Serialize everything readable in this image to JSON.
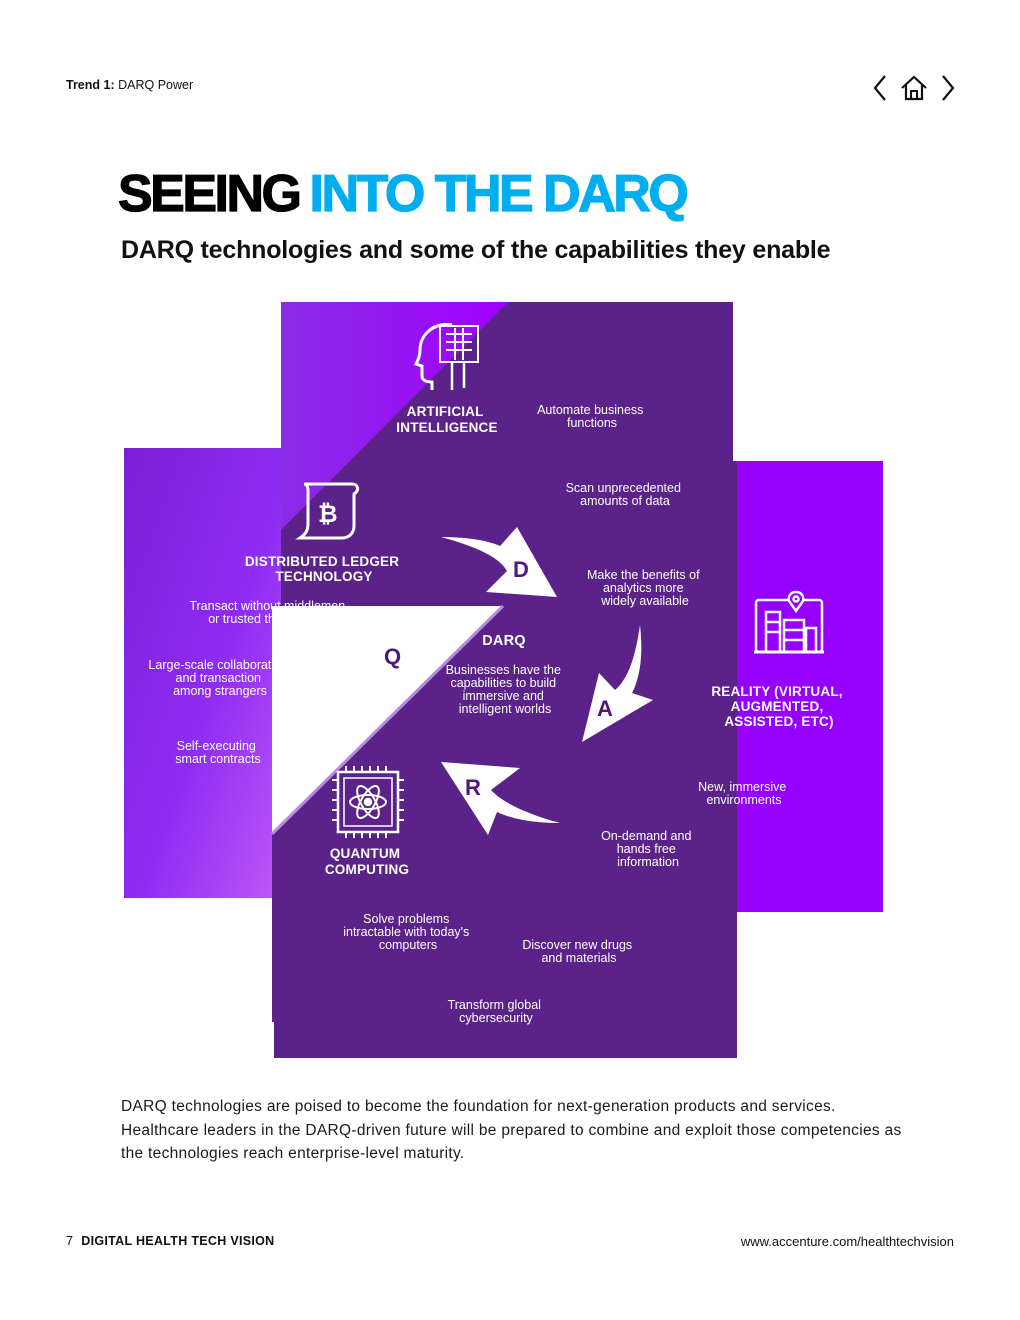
{
  "header": {
    "trend_label": "Trend 1:",
    "trend_name": "DARQ Power"
  },
  "nav": {
    "prev_icon": "chevron-left-icon",
    "home_icon": "home-icon",
    "next_icon": "chevron-right-icon"
  },
  "title": {
    "part1": "SEEING",
    "part2": "INTO THE DARQ"
  },
  "subtitle": "DARQ technologies and some of the capabilities they enable",
  "diagram": {
    "center_title": "DARQ",
    "center_text": [
      "Businesses have the",
      "capabilities to build",
      "immersive and",
      "intelligent worlds"
    ],
    "letters": {
      "d": "D",
      "a": "A",
      "r": "R",
      "q": "Q"
    },
    "ai": {
      "heading": [
        "ARTIFICIAL",
        "INTELLIGENCE"
      ],
      "caps": [
        [
          "Automate business",
          "functions"
        ],
        [
          "Scan unprecedented",
          "amounts of data"
        ],
        [
          "Make the benefits of",
          "analytics more",
          "widely available"
        ]
      ]
    },
    "dlt": {
      "heading": [
        "DISTRIBUTED LEDGER",
        "TECHNOLOGY"
      ],
      "caps": [
        [
          "Transact without middlemen",
          "or trusted third parties"
        ],
        [
          "Large-scale collaboration",
          "and transaction",
          "among strangers"
        ],
        [
          "Self-executing",
          "smart contracts"
        ]
      ]
    },
    "reality": {
      "heading": [
        "REALITY (VIRTUAL,",
        "AUGMENTED,",
        "ASSISTED, ETC)"
      ],
      "caps": [
        [
          "New, immersive",
          "environments"
        ],
        [
          "On-demand and",
          "hands free",
          "information"
        ]
      ]
    },
    "quantum": {
      "heading": [
        "QUANTUM",
        "COMPUTING"
      ],
      "caps": [
        [
          "Solve problems",
          "intractable with today's",
          "computers"
        ],
        [
          "Discover new drugs",
          "and materials"
        ],
        [
          "Transform global",
          "cybersecurity"
        ]
      ]
    },
    "colors": {
      "dark_purple": "#5b2389",
      "bright_purple": "#9b00ff",
      "purple_panel": "#8d2cf0",
      "arrow_white": "#ffffff"
    }
  },
  "body_text": "DARQ technologies are poised to become the foundation for next-generation products and services. Healthcare leaders in the DARQ-driven future will be prepared to combine and exploit those competencies as the technologies reach enterprise-level maturity.",
  "footer": {
    "page_number": "7",
    "publication": "DIGITAL HEALTH TECH VISION",
    "url": "www.accenture.com/healthtechvision"
  }
}
